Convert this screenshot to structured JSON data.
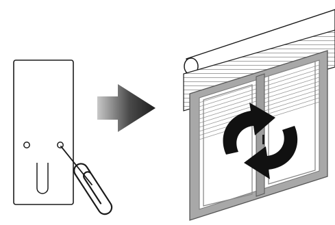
{
  "figure": {
    "panels": [
      {
        "id": "remote",
        "icon": "remote-control-with-paperclip-icon"
      },
      {
        "id": "arrow",
        "icon": "right-arrow-icon"
      },
      {
        "id": "window",
        "icon": "roller-shutter-window-icon"
      },
      {
        "id": "rotate",
        "icon": "rotate-arrows-icon"
      }
    ],
    "colors": {
      "stroke": "#1a1a1a",
      "frame_gray": "#9e9e9e",
      "arrow_dark": "#2b2b2b",
      "arrow_light": "#bdbdbd",
      "background": "#ffffff"
    }
  }
}
